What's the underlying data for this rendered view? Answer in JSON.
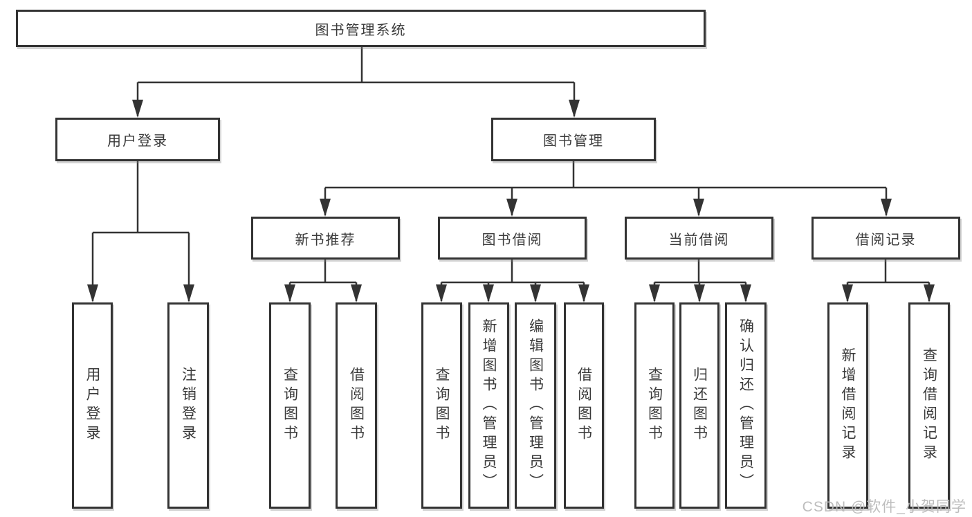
{
  "diagram": {
    "root": "图书管理系统",
    "level2": [
      "用户登录",
      "图书管理"
    ],
    "level3": [
      "新书推荐",
      "图书借阅",
      "当前借阅",
      "借阅记录"
    ],
    "leaves": {
      "user_login": [
        "用户登录",
        "注销登录"
      ],
      "new_book": [
        "查询图书",
        "借阅图书"
      ],
      "book_borrow": [
        "查询图书",
        "新增图书（管理员）",
        "编辑图书（管理员）",
        "借阅图书"
      ],
      "current_borrow": [
        "查询图书",
        "归还图书",
        "确认归还（管理员）"
      ],
      "borrow_record": [
        "新增借阅记录",
        "查询借阅记录"
      ]
    }
  },
  "watermark": "CSDN @软件_小贺同学",
  "colors": {
    "line": "#333333",
    "text": "#3a3a3a",
    "box_fill": "#ffffff",
    "watermark": "#b9b9b9",
    "background": "#ffffff"
  }
}
